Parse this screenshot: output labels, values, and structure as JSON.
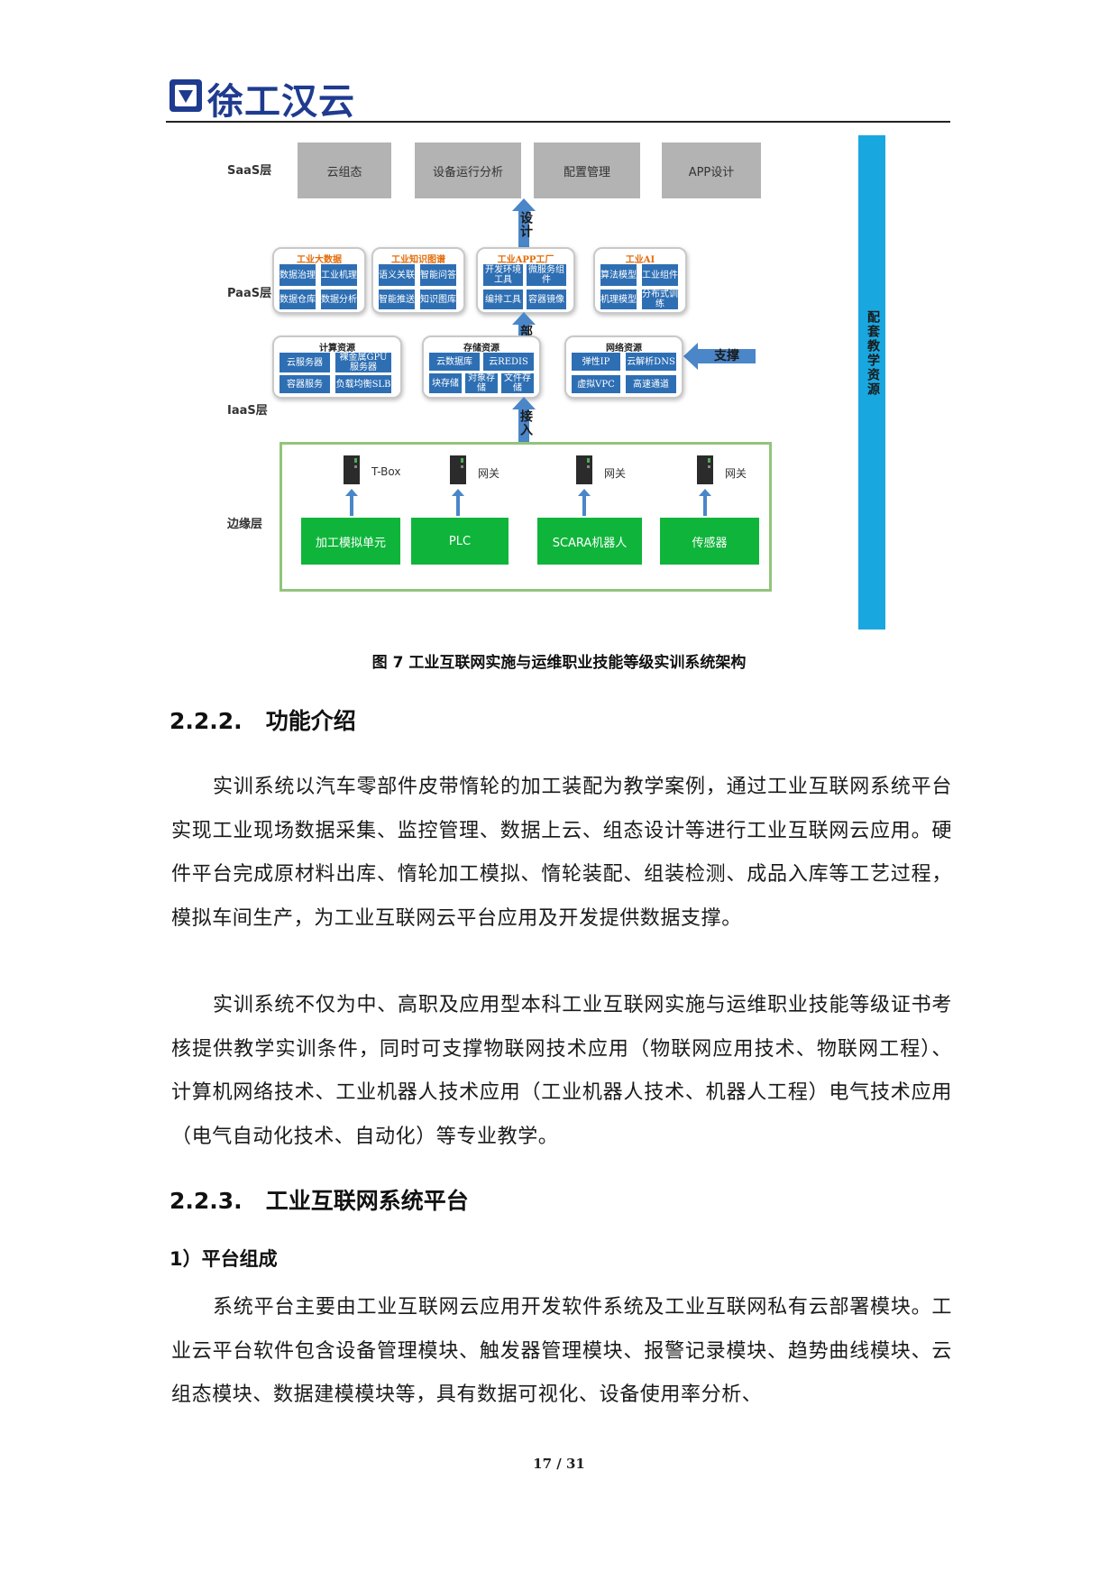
{
  "header": {
    "logo_text": "徐工汉云"
  },
  "diagram": {
    "layers": [
      "SaaS层",
      "PaaS层",
      "IaaS层",
      "边缘层"
    ],
    "saas": [
      "云组态",
      "设备运行分析",
      "配置管理",
      "APP设计"
    ],
    "arrows": {
      "design": "设计",
      "deploy": "部署",
      "access": "接入",
      "support": "支撑"
    },
    "side_bar": "配套教学资源",
    "paas_groups": [
      {
        "title": "工业大数据",
        "cells": [
          "数据治理",
          "工业机理",
          "数据仓库",
          "数据分析"
        ]
      },
      {
        "title": "工业知识图谱",
        "cells": [
          "语义关联",
          "智能问答",
          "智能推送",
          "知识图库"
        ]
      },
      {
        "title": "工业APP工厂",
        "cells": [
          "开发环境工具",
          "微服务组件",
          "编排工具",
          "容器镜像"
        ]
      },
      {
        "title": "工业AI",
        "cells": [
          "算法模型",
          "工业组件",
          "机理模型",
          "分布式训练"
        ]
      }
    ],
    "iaas_groups": [
      {
        "title": "计算资源",
        "cells": [
          "云服务器",
          "裸金属GPU服务器",
          "容器服务",
          "负载均衡SLB"
        ]
      },
      {
        "title": "存储资源",
        "cells": [
          "云数据库",
          "云REDIS",
          "块存储",
          "对象存储",
          "文件存储"
        ]
      },
      {
        "title": "网络资源",
        "cells": [
          "弹性IP",
          "云解析DNS",
          "虚拟VPC",
          "高速通道"
        ]
      }
    ],
    "edge_devices": [
      {
        "gateway": "T-Box",
        "source": "加工模拟单元"
      },
      {
        "gateway": "网关",
        "source": "PLC"
      },
      {
        "gateway": "网关",
        "source": "SCARA机器人"
      },
      {
        "gateway": "网关",
        "source": "传感器"
      }
    ],
    "caption": "图 7 工业互联网实施与运维职业技能等级实训系统架构"
  },
  "section_222": {
    "number": "2.2.2.",
    "title": "功能介绍",
    "paragraphs": [
      "实训系统以汽车零部件皮带惰轮的加工装配为教学案例，通过工业互联网系统平台实现工业现场数据采集、监控管理、数据上云、组态设计等进行工业互联网云应用。硬件平台完成原材料出库、惰轮加工模拟、惰轮装配、组装检测、成品入库等工艺过程，模拟车间生产，为工业互联网云平台应用及开发提供数据支撑。",
      "实训系统不仅为中、高职及应用型本科工业互联网实施与运维职业技能等级证书考核提供教学实训条件，同时可支撑物联网技术应用（物联网应用技术、物联网工程）、计算机网络技术、工业机器人技术应用（工业机器人技术、机器人工程）电气技术应用（电气自动化技术、自动化）等专业教学。"
    ]
  },
  "section_223": {
    "number": "2.2.3.",
    "title": "工业互联网系统平台",
    "sub_heading": "1）平台组成",
    "paragraph": "系统平台主要由工业互联网云应用开发软件系统及工业互联网私有云部署模块。工业云平台软件包含设备管理模块、触发器管理模块、报警记录模块、趋势曲线模块、云组态模块、数据建模模块等，具有数据可视化、设备使用率分析、"
  },
  "footer": {
    "page": "17 / 31"
  }
}
